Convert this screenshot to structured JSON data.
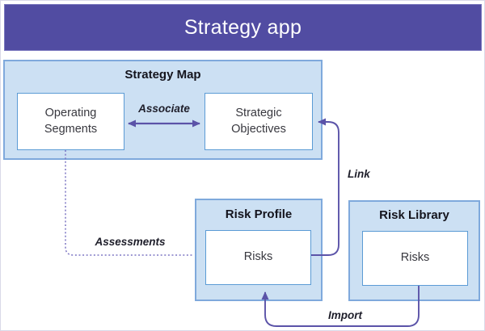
{
  "header": {
    "title": "Strategy app"
  },
  "diagram": {
    "strategy_map": {
      "title": "Strategy Map",
      "nodes": {
        "operating_segments": {
          "label": "Operating Segments"
        },
        "strategic_objectives": {
          "label": "Strategic Objectives"
        }
      }
    },
    "risk_profile": {
      "title": "Risk Profile",
      "node": {
        "label": "Risks"
      }
    },
    "risk_library": {
      "title": "Risk Library",
      "node": {
        "label": "Risks"
      }
    },
    "connections": {
      "associate": {
        "label": "Associate",
        "type": "double-headed-arrow",
        "from": "Operating Segments",
        "to": "Strategic Objectives"
      },
      "link": {
        "label": "Link",
        "type": "arrow",
        "from": "Risks (Risk Profile)",
        "to": "Strategic Objectives"
      },
      "assessments": {
        "label": "Assessments",
        "type": "dotted-line",
        "from": "Operating Segments",
        "to": "Risk Profile"
      },
      "import": {
        "label": "Import",
        "type": "arrow",
        "from": "Risks (Risk Library)",
        "to": "Risks (Risk Profile)"
      }
    }
  },
  "colors": {
    "header_bg": "#514CA2",
    "header_text": "#FFFFFF",
    "panel_fill": "#CCE0F3",
    "panel_border": "#7FA9DC",
    "node_border": "#5B9BD5",
    "arrow": "#5B53A8",
    "dotted_line": "#7D76C4"
  }
}
